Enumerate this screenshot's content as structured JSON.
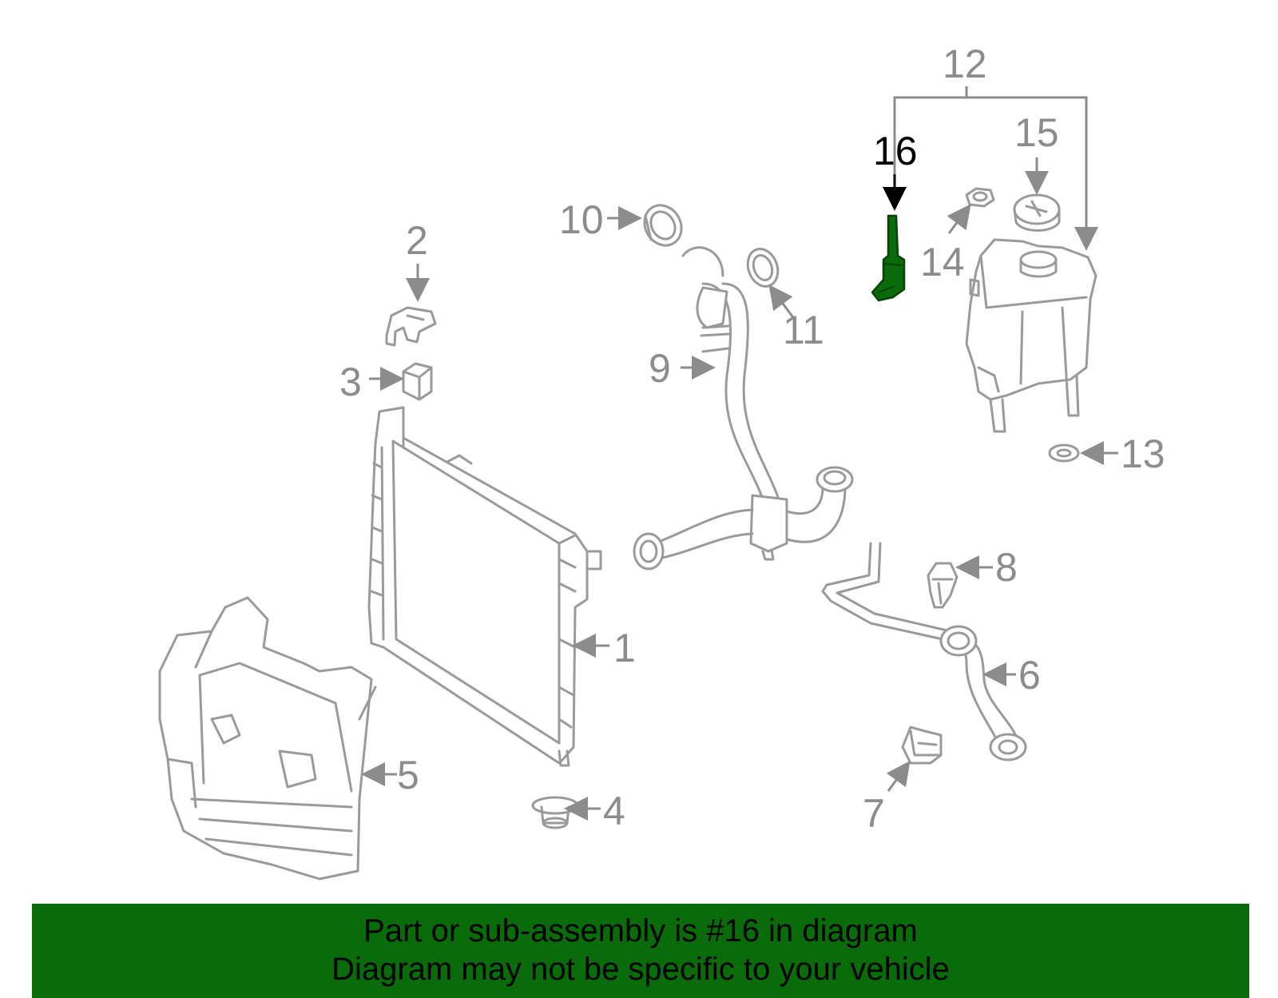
{
  "diagram": {
    "highlighted_part": "16",
    "highlight_color": "#0a6b0a",
    "callouts": [
      "1",
      "2",
      "3",
      "4",
      "5",
      "6",
      "7",
      "8",
      "9",
      "10",
      "11",
      "12",
      "13",
      "14",
      "15",
      "16"
    ]
  },
  "banner": {
    "line1": "Part or sub-assembly is #16 in diagram",
    "line2": "Diagram may not be specific to your vehicle",
    "background": "#0a6b0a"
  }
}
